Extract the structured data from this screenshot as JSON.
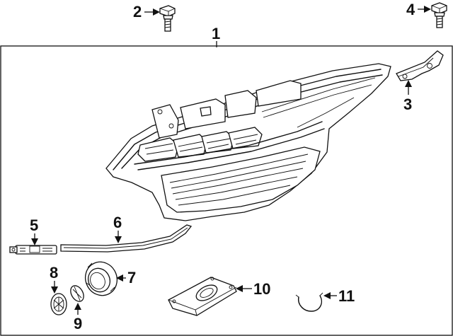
{
  "callouts": [
    {
      "id": "part-1",
      "label": "1"
    },
    {
      "id": "part-2",
      "label": "2"
    },
    {
      "id": "part-3",
      "label": "3"
    },
    {
      "id": "part-4",
      "label": "4"
    },
    {
      "id": "part-5",
      "label": "5"
    },
    {
      "id": "part-6",
      "label": "6"
    },
    {
      "id": "part-7",
      "label": "7"
    },
    {
      "id": "part-8",
      "label": "8"
    },
    {
      "id": "part-9",
      "label": "9"
    },
    {
      "id": "part-10",
      "label": "10"
    },
    {
      "id": "part-11",
      "label": "11"
    }
  ]
}
